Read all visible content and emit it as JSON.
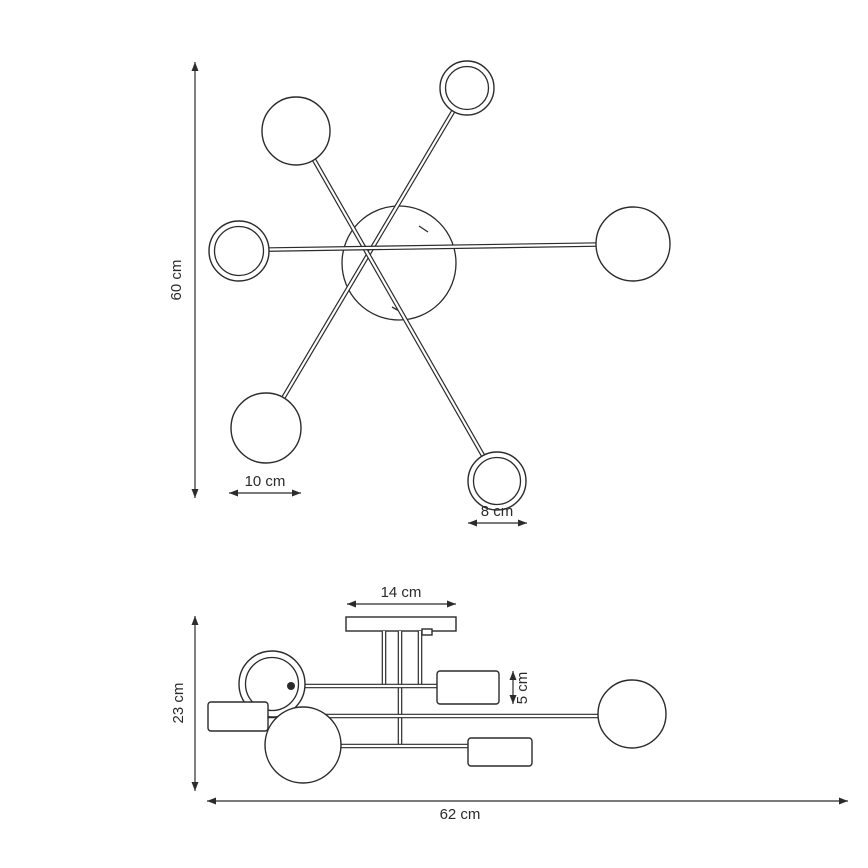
{
  "dimensions": {
    "top_view": {
      "overall_height": "60 cm",
      "large_globe_diameter": "10 cm",
      "small_globe_diameter": "8 cm"
    },
    "side_view": {
      "canopy_width": "14 cm",
      "shade_height": "5 cm",
      "overall_height": "23 cm",
      "overall_width": "62 cm"
    }
  }
}
